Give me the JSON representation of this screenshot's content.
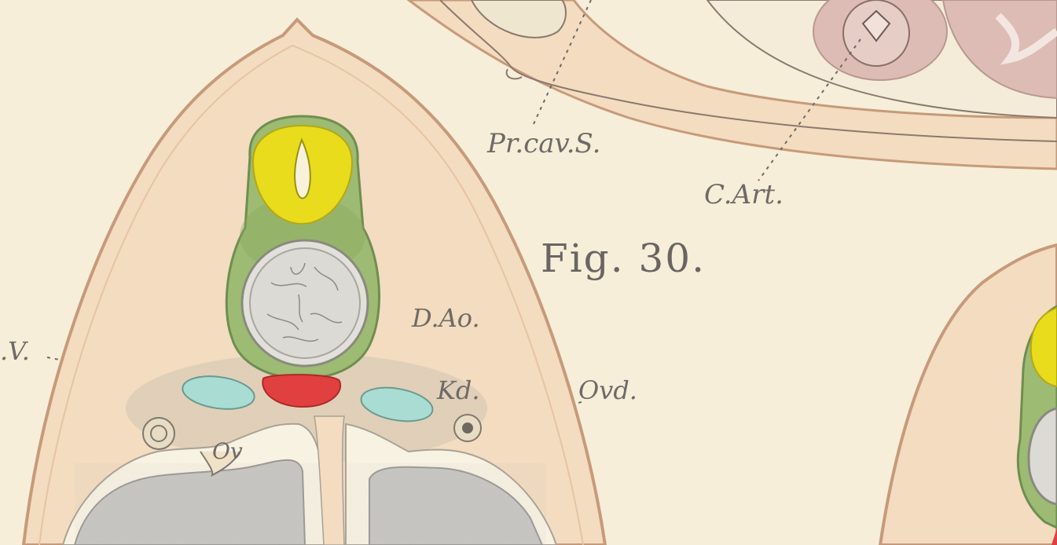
{
  "figure": {
    "title": "Fig. 30."
  },
  "labels": {
    "pr_cav_s": "Pr.cav.S.",
    "c_art": "C.Art.",
    "d_ao": "D.Ao.",
    "v_cut": ".V.",
    "kd": "Kd.",
    "ovd": "Ovd.",
    "ov": "Ov"
  },
  "colors": {
    "paper": "#f6eed9",
    "tissue": "#f3dcc0",
    "outline": "#c79a7a",
    "neural_yellow": "#e8dc1c",
    "neural_green": "#9dbb72",
    "notochord_grey": "#dcdad5",
    "aorta_red": "#e04040",
    "cardinal_teal": "#a9dcd2",
    "lung_grey": "#c8c6c2",
    "pink_organ": "#ddbcb5"
  }
}
